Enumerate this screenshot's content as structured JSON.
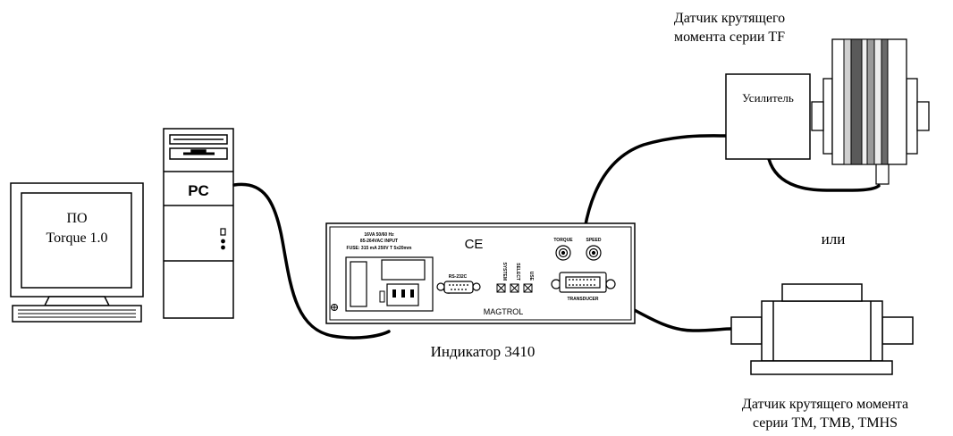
{
  "pc": {
    "monitor_line1": "ПО",
    "monitor_line2": "Torque 1.0",
    "tower_label": "PC"
  },
  "indicator": {
    "caption": "Индикатор 3410",
    "power_line1": "16VA 50/60 Hz",
    "power_line2": "85-264VAC INPUT",
    "power_line3": "FUSE: 315 mA 250V T 5x20mm",
    "ce_mark": "CE",
    "rs232_label": "RS-232C",
    "switch_labels": [
      "SYSTEM",
      "SELECT",
      "USE"
    ],
    "torque_label": "TORQUE",
    "speed_label": "SPEED",
    "transducer_label": "TRANSDUCER",
    "brand": "MAGTROL"
  },
  "tf_sensor": {
    "title_line1": "Датчик крутящего",
    "title_line2": "момента серии TF",
    "amplifier_label": "Усилитель"
  },
  "or_label": "или",
  "tm_sensor": {
    "title_line1": "Датчик крутящего момента",
    "title_line2": "серии TM, TMB, TMHS"
  }
}
